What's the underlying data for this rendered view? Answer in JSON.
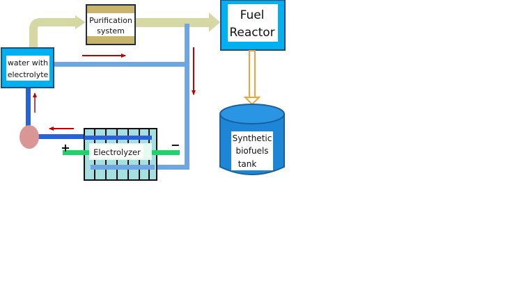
{
  "diagram": {
    "type": "process-flow",
    "nodes": {
      "water_tank": {
        "label_lines": [
          "water with",
          "electrolyte"
        ]
      },
      "purification": {
        "label_lines": [
          "Purification",
          "system"
        ]
      },
      "fuel_reactor": {
        "label_lines": [
          "Fuel",
          "Reactor"
        ]
      },
      "biofuels_tank": {
        "label_lines": [
          "Synthetic",
          "biofuels",
          "tank"
        ]
      },
      "electrolyzer": {
        "label": "Electrolyzer"
      },
      "pump": {
        "label": ""
      }
    },
    "terminals": {
      "positive": "+",
      "negative": "−"
    },
    "flows": [
      {
        "from": "water_tank",
        "to": "purification",
        "kind": "thick-arrow"
      },
      {
        "from": "purification",
        "to": "fuel_reactor",
        "kind": "thick-arrow"
      },
      {
        "from": "fuel_reactor",
        "to": "biofuels_tank",
        "kind": "double-line-arrow"
      },
      {
        "from": "water_tank",
        "to": "electrolyzer",
        "kind": "pipe",
        "direction": "right-then-down"
      },
      {
        "from": "electrolyzer",
        "to": "pump",
        "kind": "pipe",
        "direction": "left"
      },
      {
        "from": "pump",
        "to": "water_tank",
        "kind": "pipe",
        "direction": "up"
      }
    ],
    "colors": {
      "tank_fill": "#00b0f0",
      "tank_border": "#1f4e79",
      "yellow_arrow": "#d6d8a4",
      "purif_band": "#c8b46a",
      "light_pipe": "#6ea7e0",
      "dark_pipe": "#2861d9",
      "red_arrow": "#c00000",
      "orange_arrow": "#f4a238",
      "electrolyzer_fill": "#a6dfe0",
      "green_bar": "#1fd36b",
      "pump_fill": "#d99694",
      "cylinder_fill": "#1e86d6"
    }
  }
}
